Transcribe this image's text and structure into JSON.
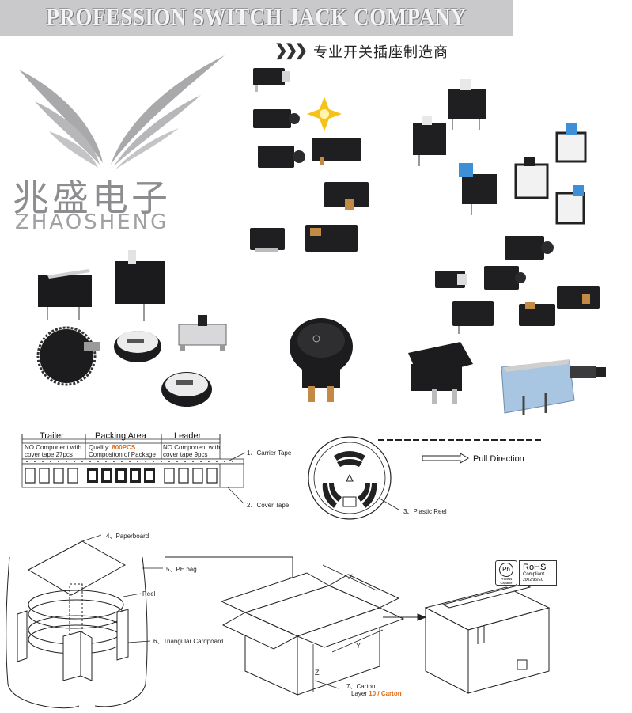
{
  "header": {
    "title": "PROFESSION SWITCH JACK COMPANY",
    "subtitle": "专业开关插座制造商"
  },
  "brand": {
    "name_cn": "兆盛电子",
    "name_en": "ZHAOSHENG"
  },
  "tape_diagram": {
    "sections": [
      "Trailer",
      "Packing Area",
      "Leader"
    ],
    "trailer_note": [
      "NO Component with",
      "cover tape 27pcs"
    ],
    "packing_quality_label": "Quality:",
    "packing_quality_value": "800PCS",
    "packing_composition": "Compositon of Package",
    "leader_note": [
      "NO Component with",
      "cover tape 9pcs"
    ],
    "carrier_tape": "1、Carrier Tape",
    "cover_tape": "2、Cover Tape"
  },
  "reel_diagram": {
    "pull_direction": "Pull Direction",
    "plastic_reel": "3、Plastic Reel"
  },
  "packaging_diagram": {
    "paperboard": "4、Paperboard",
    "pe_bag": "5、PE bag",
    "reel": "Reel",
    "triangular_cardboard": "6、Triangular Cardpoard",
    "carton": "7、Carton",
    "layer_label": "Layer",
    "layer_value": "10 / Carton",
    "dim_x": "X",
    "dim_y": "Y",
    "dim_z": "Z"
  },
  "rohs": {
    "pb": "Pb",
    "pb_caption": [
      "Process",
      "Capable"
    ],
    "title": "RoHS",
    "compliant": "Compliant",
    "directive": "2002/95/EC"
  },
  "colors": {
    "banner": "#c9c9cb",
    "accent_orange": "#e06a13",
    "component_black": "#1c1c1e",
    "button_blue": "#3f8fd6"
  }
}
